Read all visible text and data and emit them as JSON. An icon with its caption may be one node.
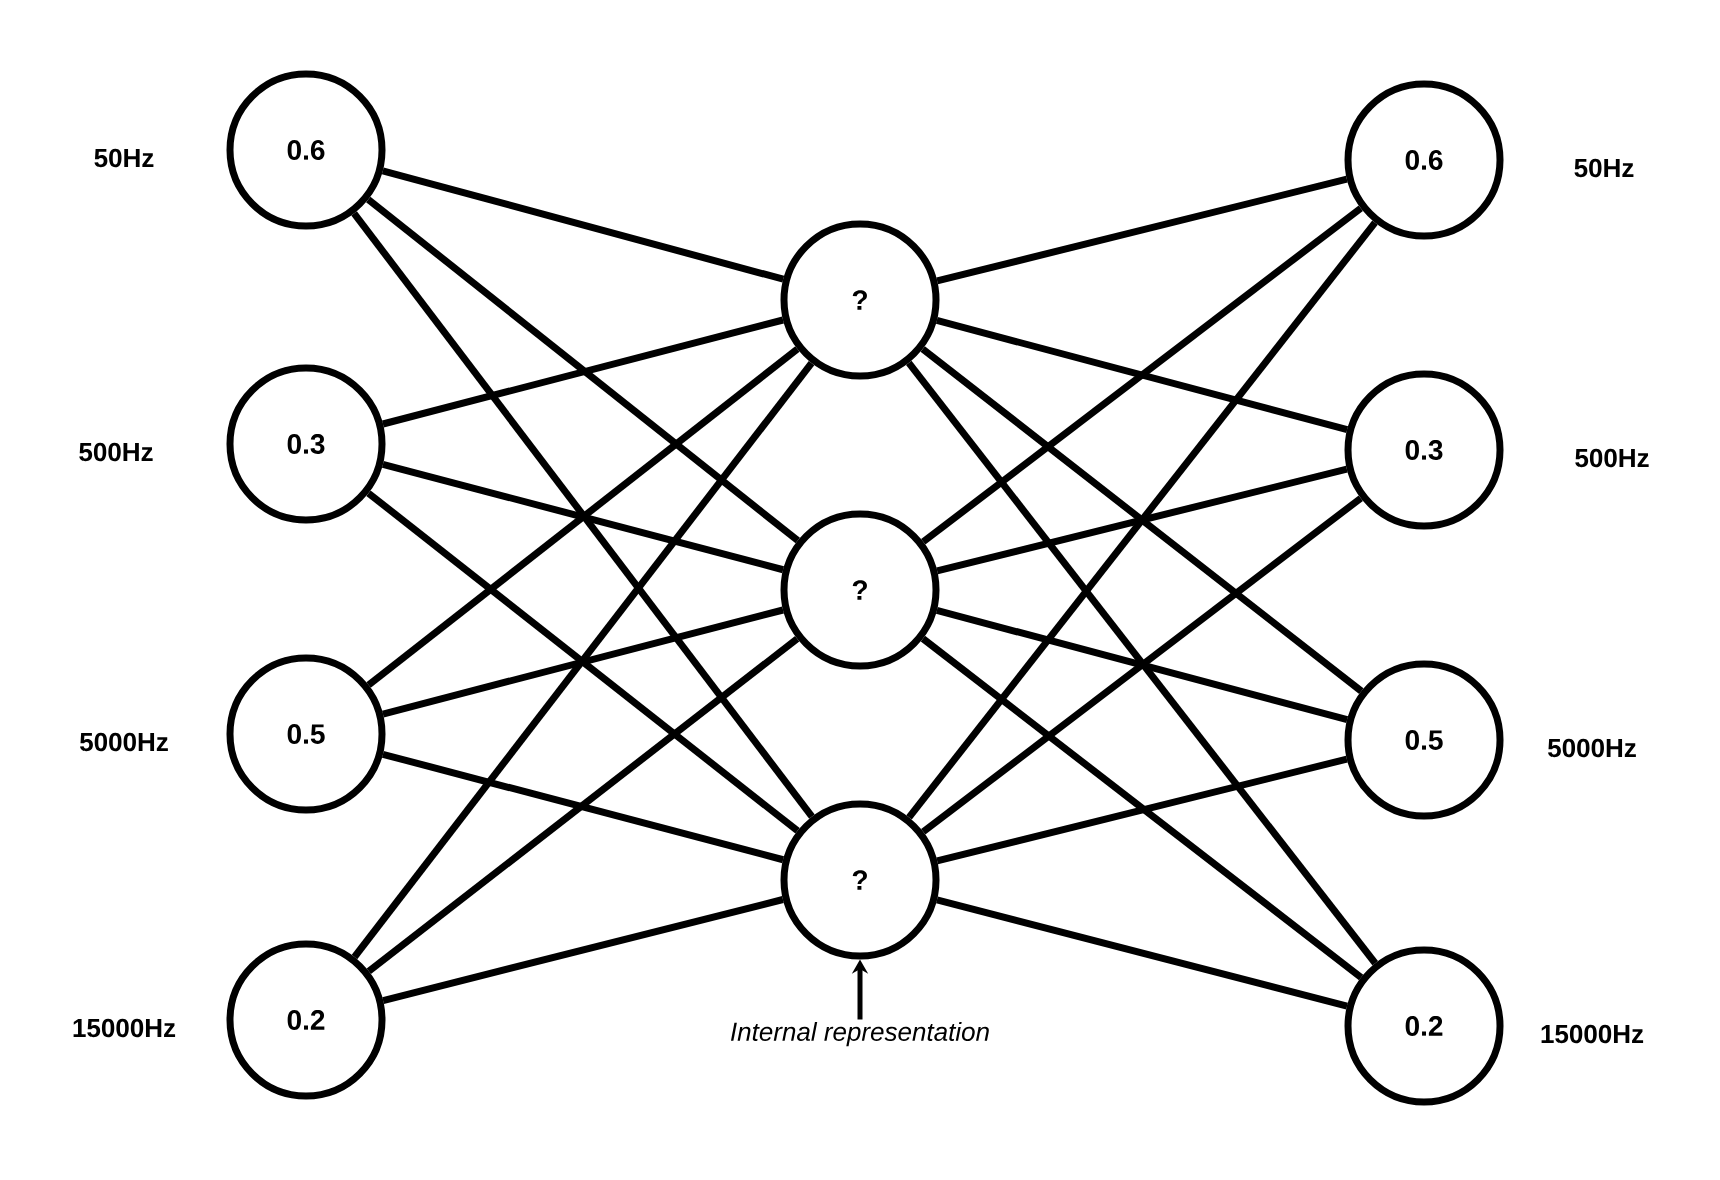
{
  "diagram": {
    "nodes": [
      {
        "text": [
          "0.6"
        ],
        "beside": [
          "50Hz"
        ]
      },
      {
        "text": [
          "0.3"
        ],
        "beside": [
          "500Hz"
        ]
      },
      {
        "text": [
          "0.5"
        ],
        "beside": [
          "5000Hz"
        ]
      },
      {
        "text": [
          "0.2"
        ],
        "beside": [
          "15000Hz"
        ]
      },
      {
        "text": [
          "?"
        ]
      },
      {
        "text": [
          "?"
        ]
      },
      {
        "text": [
          "?"
        ]
      },
      {
        "text": [
          "0.6"
        ],
        "beside": [
          "50Hz"
        ]
      },
      {
        "text": [
          "0.3"
        ],
        "beside": [
          "500Hz"
        ]
      },
      {
        "text": [
          "0.5"
        ],
        "beside": [
          "5000Hz"
        ]
      },
      {
        "text": [
          "0.2"
        ],
        "beside": [
          "15000Hz"
        ]
      },
      {
        "text": [
          "Internal representation"
        ]
      }
    ],
    "edges": [
      {
        "from": 0,
        "to": 4,
        "arrow": "none"
      },
      {
        "from": 0,
        "to": 5,
        "arrow": "none"
      },
      {
        "from": 0,
        "to": 6,
        "arrow": "none"
      },
      {
        "from": 1,
        "to": 4,
        "arrow": "none"
      },
      {
        "from": 1,
        "to": 5,
        "arrow": "none"
      },
      {
        "from": 1,
        "to": 6,
        "arrow": "none"
      },
      {
        "from": 2,
        "to": 4,
        "arrow": "none"
      },
      {
        "from": 2,
        "to": 5,
        "arrow": "none"
      },
      {
        "from": 2,
        "to": 6,
        "arrow": "none"
      },
      {
        "from": 3,
        "to": 4,
        "arrow": "none"
      },
      {
        "from": 3,
        "to": 5,
        "arrow": "none"
      },
      {
        "from": 3,
        "to": 6,
        "arrow": "none"
      },
      {
        "from": 4,
        "to": 7,
        "arrow": "none"
      },
      {
        "from": 4,
        "to": 8,
        "arrow": "none"
      },
      {
        "from": 4,
        "to": 9,
        "arrow": "none"
      },
      {
        "from": 4,
        "to": 10,
        "arrow": "none"
      },
      {
        "from": 5,
        "to": 7,
        "arrow": "none"
      },
      {
        "from": 5,
        "to": 8,
        "arrow": "none"
      },
      {
        "from": 5,
        "to": 9,
        "arrow": "none"
      },
      {
        "from": 5,
        "to": 10,
        "arrow": "none"
      },
      {
        "from": 6,
        "to": 7,
        "arrow": "none"
      },
      {
        "from": 6,
        "to": 8,
        "arrow": "none"
      },
      {
        "from": 6,
        "to": 9,
        "arrow": "none"
      },
      {
        "from": 6,
        "to": 10,
        "arrow": "none"
      },
      {
        "from": 11,
        "to": 6,
        "arrow": "to"
      }
    ]
  }
}
